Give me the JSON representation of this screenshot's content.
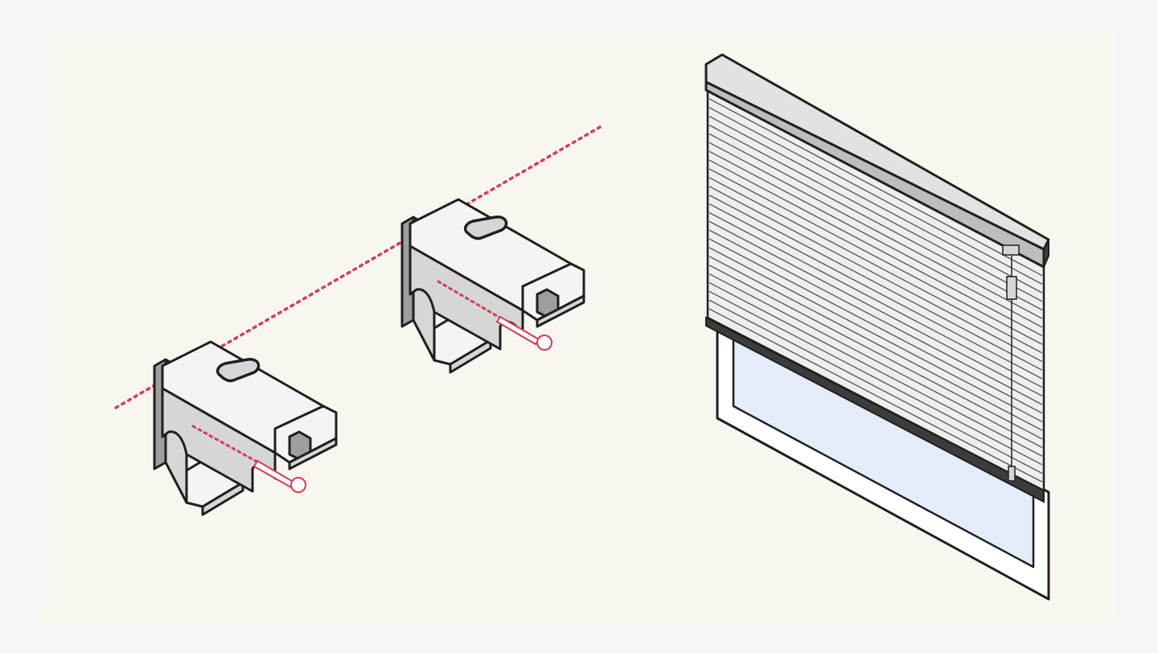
{
  "colors": {
    "page_background": "#f5f5f5",
    "panel_background": "#f9f6f0",
    "outline": "#1f1f1f",
    "bracket_light": "#f4f4f4",
    "bracket_shade": "#d6d6d6",
    "bracket_dark": "#9e9e9e",
    "guide_line": "#d23c5a",
    "screw": "#d23c5a",
    "headrail_top": "#e2e2e2",
    "headrail_front": "#bdbdbd",
    "blind_fabric": "#eeeeee",
    "pleat_line": "#5a5a5a",
    "bottom_rail": "#3c3c3c",
    "window_frame": "#ffffff",
    "window_glass": "#e3ecf9"
  },
  "icons": {
    "guide": "dotted-alignment-line",
    "brackets": [
      "mounting-bracket-icon",
      "mounting-bracket-icon"
    ],
    "screws": [
      "screw-icon",
      "screw-icon"
    ],
    "blind": "pleated-blind-icon",
    "window": "window-icon"
  },
  "diagram": {
    "bracket_count": 2,
    "pleat_count": 26
  }
}
